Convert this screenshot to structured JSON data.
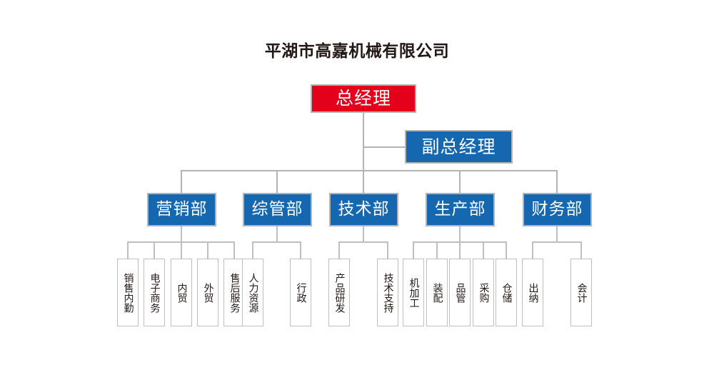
{
  "title": "平湖市高嘉机械有限公司",
  "colors": {
    "red": "#e4001b",
    "blue": "#1568b0",
    "box_border": "#b3b3b3",
    "leaf_border": "#bfbfbf",
    "line": "#b3b3b3",
    "title_text": "#231815",
    "box_text": "#ffffff",
    "leaf_text": "#231815",
    "background": "#ffffff"
  },
  "nodes": {
    "general_manager": "总经理",
    "deputy_general_manager": "副总经理"
  },
  "departments": [
    {
      "label": "营销部",
      "children": [
        "销售内勤",
        "电子商务",
        "内贸",
        "外贸",
        "售后服务"
      ]
    },
    {
      "label": "综管部",
      "children": [
        "人力资源",
        "行政"
      ]
    },
    {
      "label": "技术部",
      "children": [
        "产品研发",
        "技术支持"
      ]
    },
    {
      "label": "生产部",
      "children": [
        "机加工",
        "装配",
        "品管",
        "采购",
        "仓储"
      ]
    },
    {
      "label": "财务部",
      "children": [
        "出纳",
        "会计"
      ]
    }
  ],
  "chart_data": {
    "type": "diagram",
    "diagram_type": "organizational-chart",
    "title": "平湖市高嘉机械有限公司",
    "levels": 4,
    "hierarchy": {
      "label": "总经理",
      "color": "#e4001b",
      "children": [
        {
          "label": "副总经理",
          "color": "#1568b0",
          "children": []
        },
        {
          "label": "营销部",
          "color": "#1568b0",
          "children": [
            {
              "label": "销售内勤"
            },
            {
              "label": "电子商务"
            },
            {
              "label": "内贸"
            },
            {
              "label": "外贸"
            },
            {
              "label": "售后服务"
            }
          ]
        },
        {
          "label": "综管部",
          "color": "#1568b0",
          "children": [
            {
              "label": "人力资源"
            },
            {
              "label": "行政"
            }
          ]
        },
        {
          "label": "技术部",
          "color": "#1568b0",
          "children": [
            {
              "label": "产品研发"
            },
            {
              "label": "技术支持"
            }
          ]
        },
        {
          "label": "生产部",
          "color": "#1568b0",
          "children": [
            {
              "label": "机加工"
            },
            {
              "label": "装配"
            },
            {
              "label": "品管"
            },
            {
              "label": "采购"
            },
            {
              "label": "仓储"
            }
          ]
        },
        {
          "label": "财务部",
          "color": "#1568b0",
          "children": [
            {
              "label": "出纳"
            },
            {
              "label": "会计"
            }
          ]
        }
      ]
    }
  }
}
